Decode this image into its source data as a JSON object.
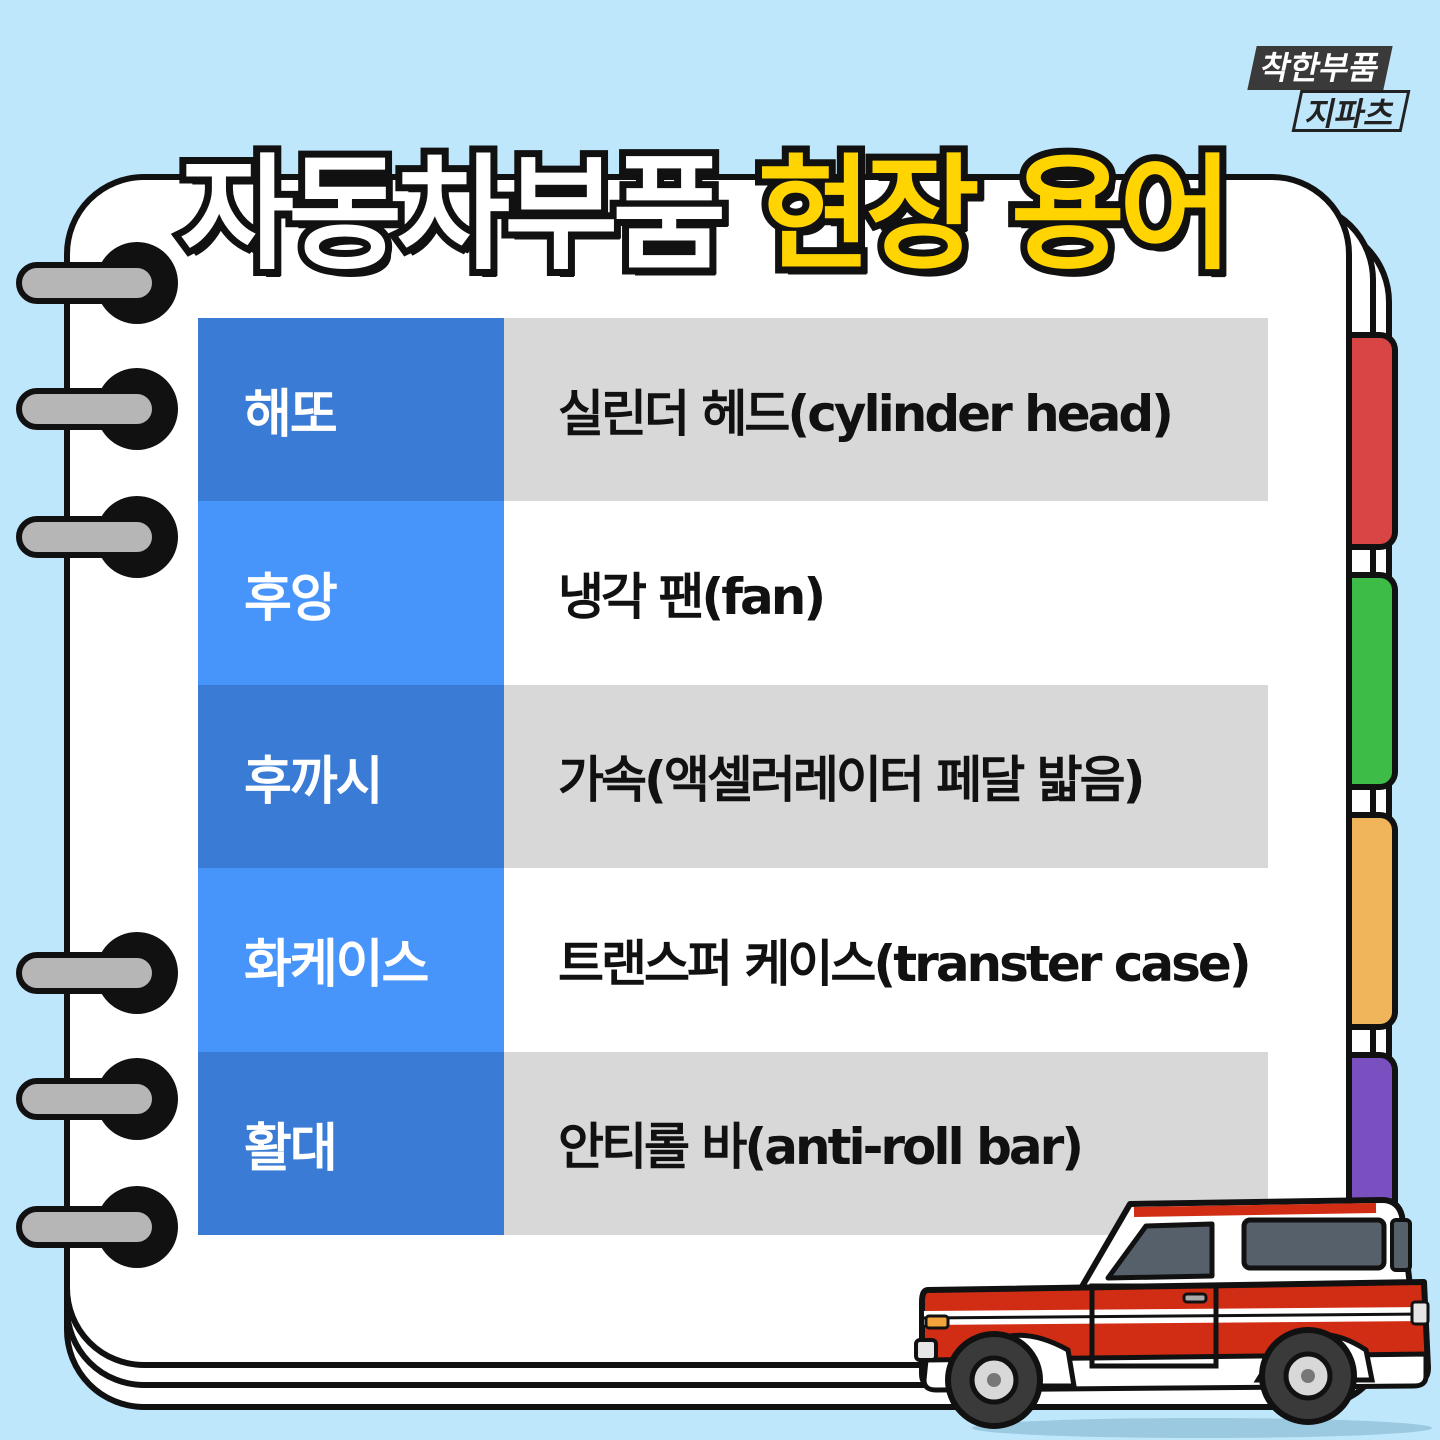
{
  "logo": {
    "line1": "착한부품",
    "line2": "지파츠"
  },
  "title": {
    "part1": "자동차부품",
    "part2": "현장 용어"
  },
  "terms": [
    {
      "term": "해또",
      "definition": "실린더 헤드(cylinder head)"
    },
    {
      "term": "후앙",
      "definition": "냉각 팬(fan)"
    },
    {
      "term": "후까시",
      "definition": "가속(액셀러레이터 페달 밟음)"
    },
    {
      "term": "화케이스",
      "definition": "트랜스퍼 케이스(transter case)"
    },
    {
      "term": "활대",
      "definition": "안티롤 바(anti-roll bar)"
    }
  ],
  "colors": {
    "background": "#bfe7fb",
    "title_accent": "#ffd400",
    "term_dark": "#3a7bd5",
    "term_light": "#4795fb",
    "tab_red": "#d94545",
    "tab_green": "#3dbd47",
    "tab_orange": "#f0b45a",
    "tab_purple": "#7a4fc0",
    "car_body": "#d12d14"
  },
  "icons": [
    "spiral-ring-icon",
    "notebook-tab-icon",
    "suv-car-icon"
  ]
}
